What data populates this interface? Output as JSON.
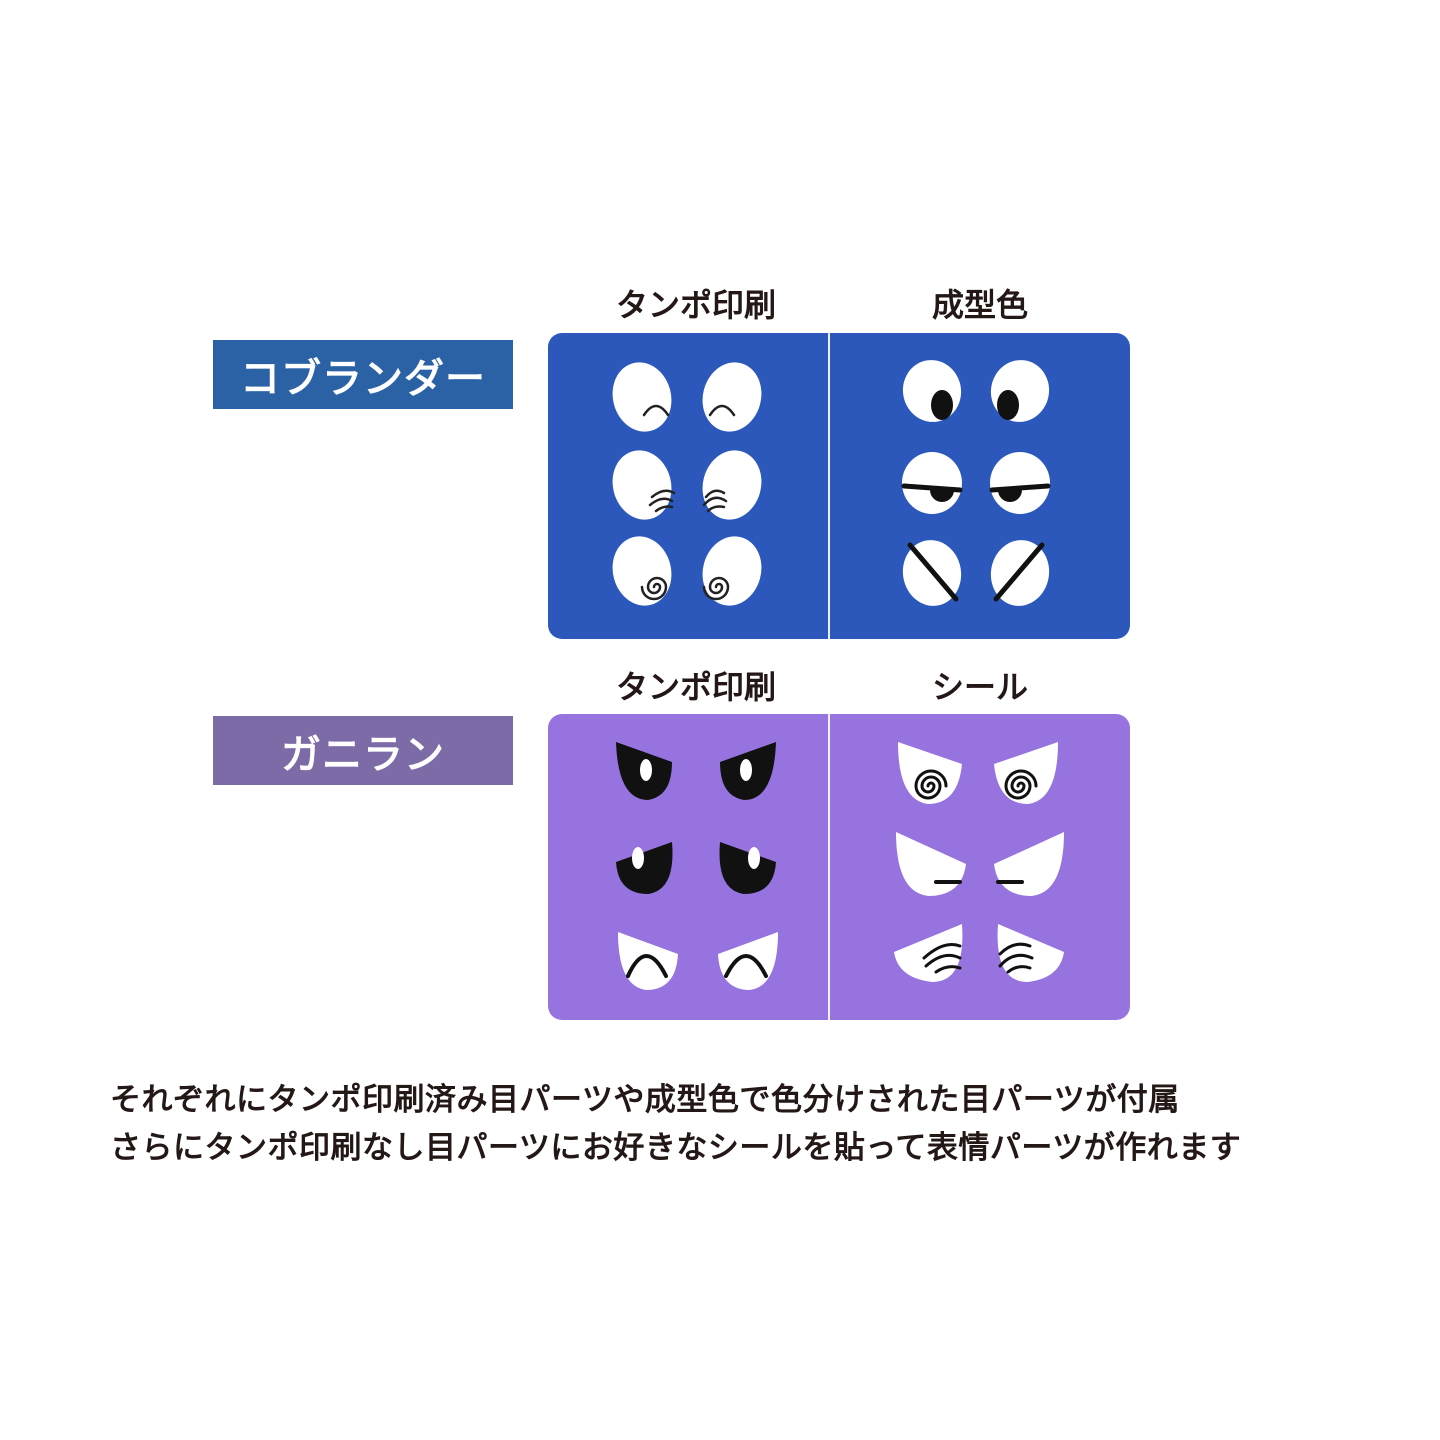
{
  "rows": [
    {
      "name": "コブランダー",
      "badge_color": "#2b62a5",
      "panel_color": "#2c58bc",
      "left_label": "タンポ印刷",
      "right_label": "成型色"
    },
    {
      "name": "ガニラン",
      "badge_color": "#7d6ba7",
      "panel_color": "#9673df",
      "left_label": "タンポ印刷",
      "right_label": "シール"
    }
  ],
  "description": {
    "line1": "それぞれにタンポ印刷済み目パーツや成型色で色分けされた目パーツが付属",
    "line2": "さらにタンポ印刷なし目パーツにお好きなシールを貼って表情パーツが作れます"
  }
}
